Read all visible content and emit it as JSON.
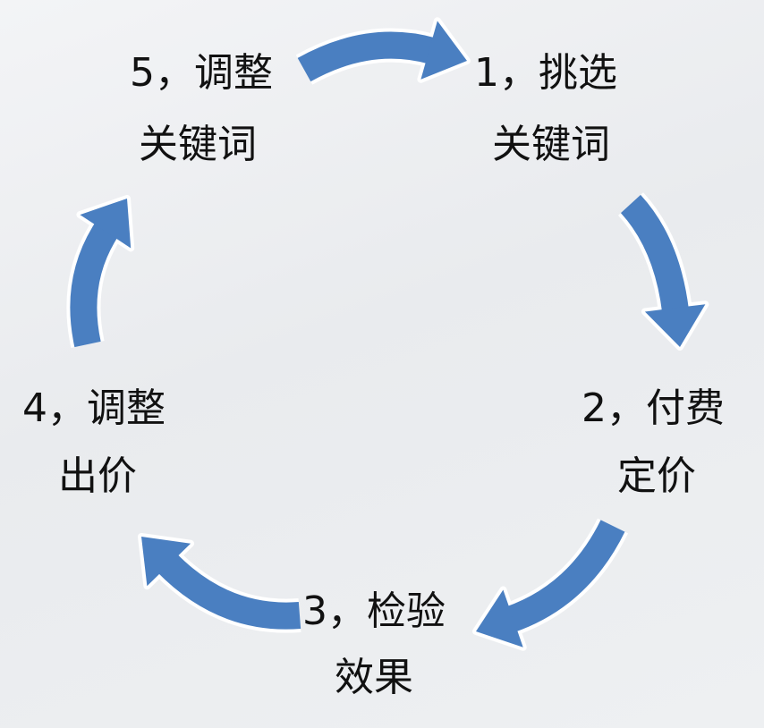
{
  "steps": [
    {
      "line1": "1，挑选",
      "line2": "关键词"
    },
    {
      "line1": "2，付费",
      "line2": "定价"
    },
    {
      "line1": "3，检验",
      "line2": "效果"
    },
    {
      "line1": "4，调整",
      "line2": "出价"
    },
    {
      "line1": "5，调整",
      "line2": "关键词"
    }
  ],
  "colors": {
    "arrow": "#4a7fc1",
    "arrow_outline": "#ffffff",
    "text": "#111111"
  }
}
